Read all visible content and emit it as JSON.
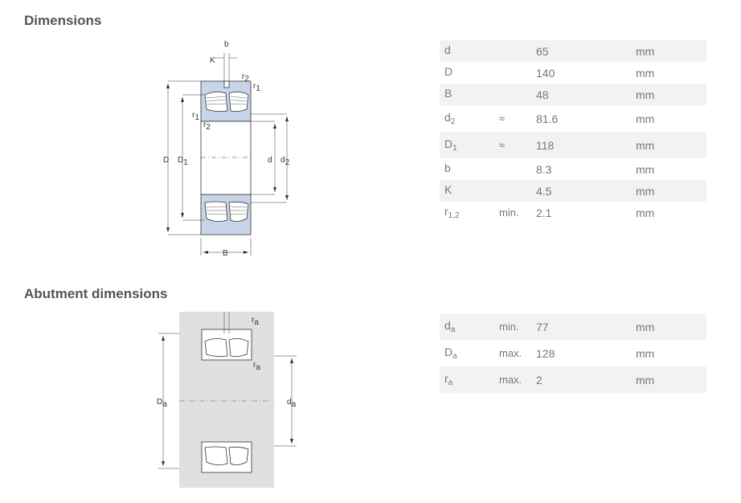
{
  "sections": {
    "dimensions": "Dimensions",
    "abutment": "Abutment dimensions"
  },
  "dim_rows": [
    {
      "sym": "d",
      "sub": "",
      "qual": "",
      "value": "65",
      "unit": "mm"
    },
    {
      "sym": "D",
      "sub": "",
      "qual": "",
      "value": "140",
      "unit": "mm"
    },
    {
      "sym": "B",
      "sub": "",
      "qual": "",
      "value": "48",
      "unit": "mm"
    },
    {
      "sym": "d",
      "sub": "2",
      "qual": "≈",
      "value": "81.6",
      "unit": "mm"
    },
    {
      "sym": "D",
      "sub": "1",
      "qual": "≈",
      "value": "118",
      "unit": "mm"
    },
    {
      "sym": "b",
      "sub": "",
      "qual": "",
      "value": "8.3",
      "unit": "mm"
    },
    {
      "sym": "K",
      "sub": "",
      "qual": "",
      "value": "4.5",
      "unit": "mm"
    },
    {
      "sym": "r",
      "sub": "1,2",
      "qual": "min.",
      "value": "2.1",
      "unit": "mm"
    }
  ],
  "abut_rows": [
    {
      "sym": "d",
      "sub": "a",
      "qual": "min.",
      "value": "77",
      "unit": "mm"
    },
    {
      "sym": "D",
      "sub": "a",
      "qual": "max.",
      "value": "128",
      "unit": "mm"
    },
    {
      "sym": "r",
      "sub": "a",
      "qual": "max.",
      "value": "2",
      "unit": "mm"
    }
  ],
  "drawing_labels": {
    "b": "b",
    "K": "K",
    "r": "r",
    "r1_sub": "1",
    "r2_sub": "2",
    "D": "D",
    "D1": "D",
    "D1_sub": "1",
    "d": "d",
    "d2": "d",
    "d2_sub": "2",
    "B": "B",
    "ra": "r",
    "ra_sub": "a",
    "Da": "D",
    "Da_sub": "a",
    "da": "d",
    "da_sub": "a"
  },
  "colors": {
    "ring_fill": "#c8d4e8",
    "housing_fill": "#e0e0e0",
    "line": "#333333",
    "row_stripe": "#f2f2f2"
  }
}
